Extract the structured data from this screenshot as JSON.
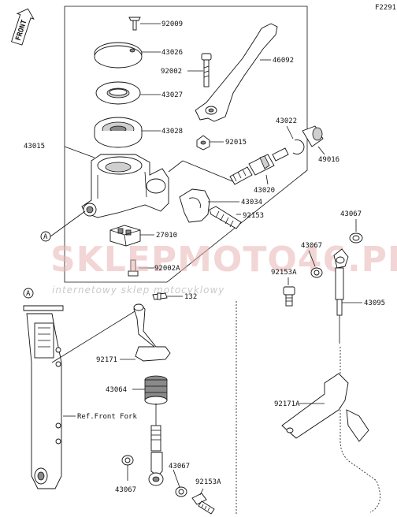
{
  "figure_code": "F2291",
  "front_marker": "FRONT",
  "callout_letter": "A",
  "watermark": {
    "brand": "SKLEPMOTO46.PL",
    "tagline": "internetowy sklep motocyklowy"
  },
  "labels": {
    "p92009": "92009",
    "p43026": "43026",
    "p92002": "92002",
    "p46092": "46092",
    "p43027": "43027",
    "p43022": "43022",
    "p43028": "43028",
    "p92015": "92015",
    "p49016": "49016",
    "p43015": "43015",
    "p43020": "43020",
    "p43034": "43034",
    "p92153": "92153",
    "p43067_top": "43067",
    "p27010": "27010",
    "p43067_mid": "43067",
    "p92153A_mid": "92153A",
    "p92002A": "92002A",
    "p43095": "43095",
    "p132": "132",
    "p92171": "92171",
    "p43064": "43064",
    "p92171A": "92171A",
    "ref_front_fork": "Ref.Front Fork",
    "p43067_bot": "43067",
    "p92153A_bot": "92153A"
  }
}
